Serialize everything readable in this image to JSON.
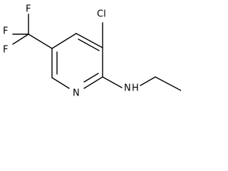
{
  "molecule": {
    "atoms": {
      "fluorine_top": "F",
      "fluorine_left": "F",
      "fluorine_bottom": "F",
      "chlorine": "Cl",
      "ring_nitrogen": "N",
      "amine_n": "N",
      "amine_h": "H"
    }
  }
}
